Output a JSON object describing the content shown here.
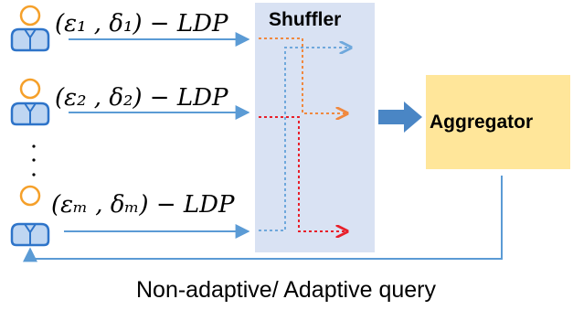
{
  "title": "",
  "colors": {
    "user_head": "#F5A02A",
    "user_body": "#2E74C9",
    "user_body_fill": "#BFD6F2",
    "arrow_blue": "#5B9BD5",
    "shuffler_bg": "#D9E2F3",
    "aggregator_bg": "#FFE69A",
    "line_orange": "#F0883E",
    "line_red": "#E8202A",
    "line_blue_dotted": "#6FA8DC",
    "big_arrow": "#4A86C5"
  },
  "users": [
    {
      "label": "(ε₁ , δ₁) − LDP"
    },
    {
      "label": "(ε₂ , δ₂) − LDP"
    },
    {
      "label": "(εₘ , δₘ) − LDP"
    }
  ],
  "ellipsis": "···",
  "shuffler": {
    "label": "Shuffler"
  },
  "aggregator": {
    "label": "Aggregator"
  },
  "feedback": {
    "label": "Non-adaptive/ Adaptive query"
  }
}
